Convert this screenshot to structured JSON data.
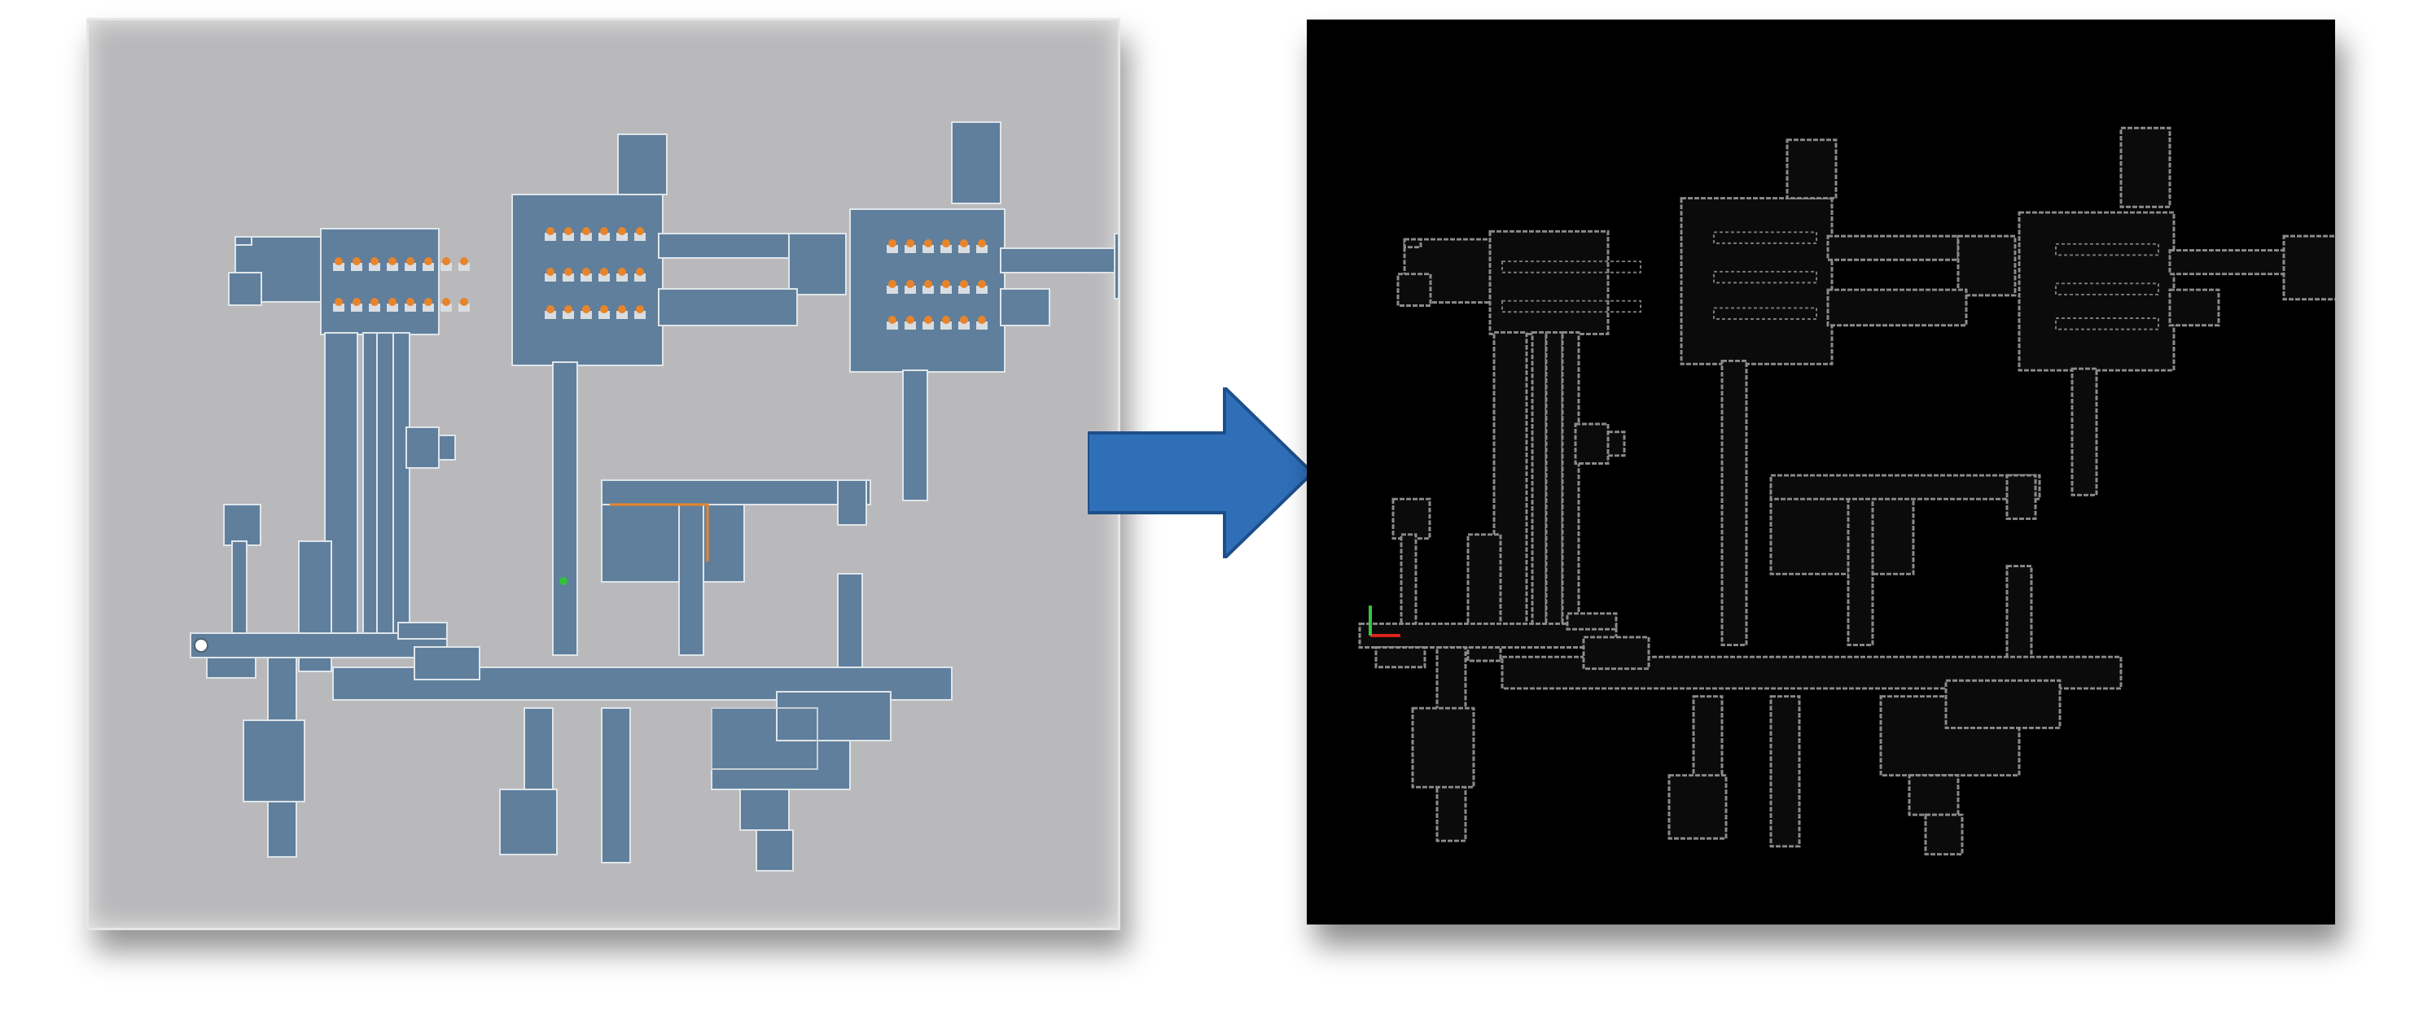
{
  "figure": {
    "left_panel_name": "simulated-building-floor-plan",
    "right_panel_name": "reconstructed-occupancy-map",
    "arrow_name": "transformation-arrow"
  },
  "colors": {
    "page_background": "#ffffff",
    "floor_plan_background": "#b9b9bb",
    "floor_plan_fill": "#5f7f9c",
    "wall_outline": "#dfe5ea",
    "furniture_orange": "#e8842a",
    "map_background": "#000000",
    "map_wall_lines": "#8a8a8a",
    "arrow_fill": "#2f6fb8",
    "arrow_edge": "#1d4f8a",
    "robot_marker_green": "#34c23a",
    "axis_x_red": "#e0241c",
    "axis_y_green": "#39c43f"
  },
  "icons": [
    "right-arrow-icon",
    "robot-start-icon",
    "axis-origin-icon"
  ]
}
